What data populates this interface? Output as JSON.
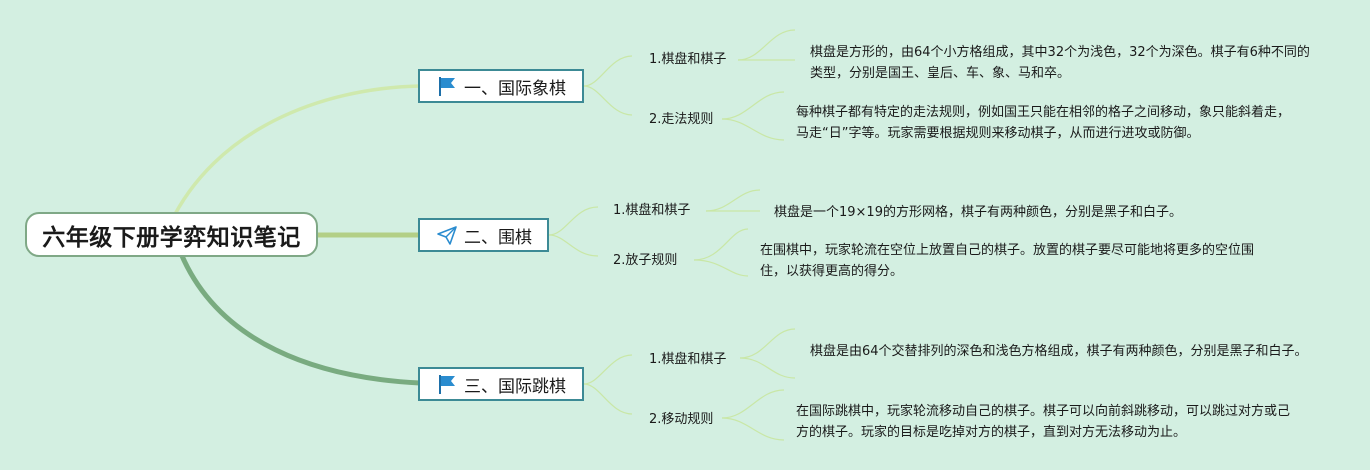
{
  "root": {
    "title": "六年级下册学弈知识笔记"
  },
  "branches": [
    {
      "label": "一、国际象棋",
      "icon": "flag-icon",
      "children": [
        {
          "label": "1.棋盘和棋子",
          "text": "棋盘是方形的，由64个小方格组成，其中32个为浅色，32个为深色。棋子有6种不同的类型，分别是国王、皇后、车、象、马和卒。"
        },
        {
          "label": "2.走法规则",
          "text": "每种棋子都有特定的走法规则，例如国王只能在相邻的格子之间移动，象只能斜着走，马走“日”字等。玩家需要根据规则来移动棋子，从而进行进攻或防御。"
        }
      ]
    },
    {
      "label": "二、围棋",
      "icon": "paper-plane-icon",
      "children": [
        {
          "label": "1.棋盘和棋子",
          "text": "棋盘是一个19×19的方形网格，棋子有两种颜色，分别是黑子和白子。"
        },
        {
          "label": "2.放子规则",
          "text": "在围棋中，玩家轮流在空位上放置自己的棋子。放置的棋子要尽可能地将更多的空位围住，以获得更高的得分。"
        }
      ]
    },
    {
      "label": "三、国际跳棋",
      "icon": "flag-icon",
      "children": [
        {
          "label": "1.棋盘和棋子",
          "text": "棋盘是由64个交替排列的深色和浅色方格组成，棋子有两种颜色，分别是黑子和白子。"
        },
        {
          "label": "2.移动规则",
          "text": "在国际跳棋中，玩家轮流移动自己的棋子。棋子可以向前斜跳移动，可以跳过对方或己方的棋子。玩家的目标是吃掉对方的棋子，直到对方无法移动为止。"
        }
      ]
    }
  ],
  "colors": {
    "background": "#d3efe1",
    "branch_border": "#3c8a95",
    "connector_light": "#c9e7a6",
    "connector_mid": "#b6d48a",
    "connector_dark": "#7cae84",
    "icon_blue": "#2a8ccf"
  }
}
